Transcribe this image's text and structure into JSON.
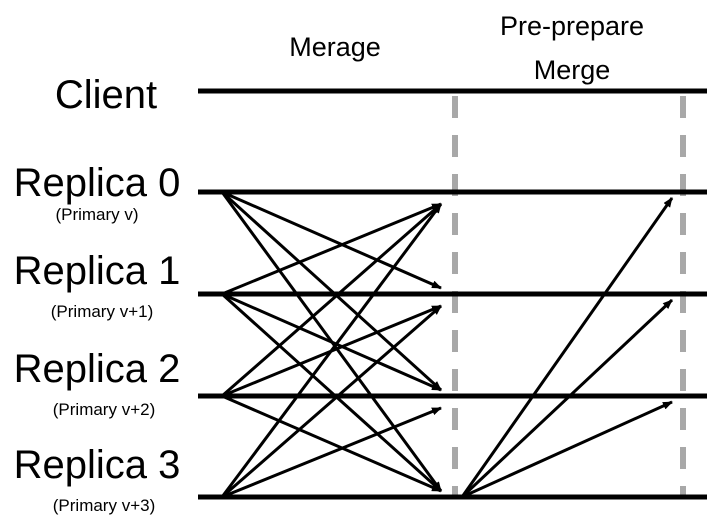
{
  "phases": {
    "first": "Merage",
    "second_line1": "Pre-prepare",
    "second_line2": "Merge"
  },
  "client": {
    "label": "Client"
  },
  "replicas": [
    {
      "label": "Replica 0",
      "role": "(Primary v)"
    },
    {
      "label": "Replica 1",
      "role": "(Primary v+1)"
    },
    {
      "label": "Replica 2",
      "role": "(Primary v+2)"
    },
    {
      "label": "Replica 3",
      "role": "(Primary v+3)"
    }
  ],
  "colors": {
    "lines": "#000000",
    "phase_separator": "#a8a8a8"
  }
}
